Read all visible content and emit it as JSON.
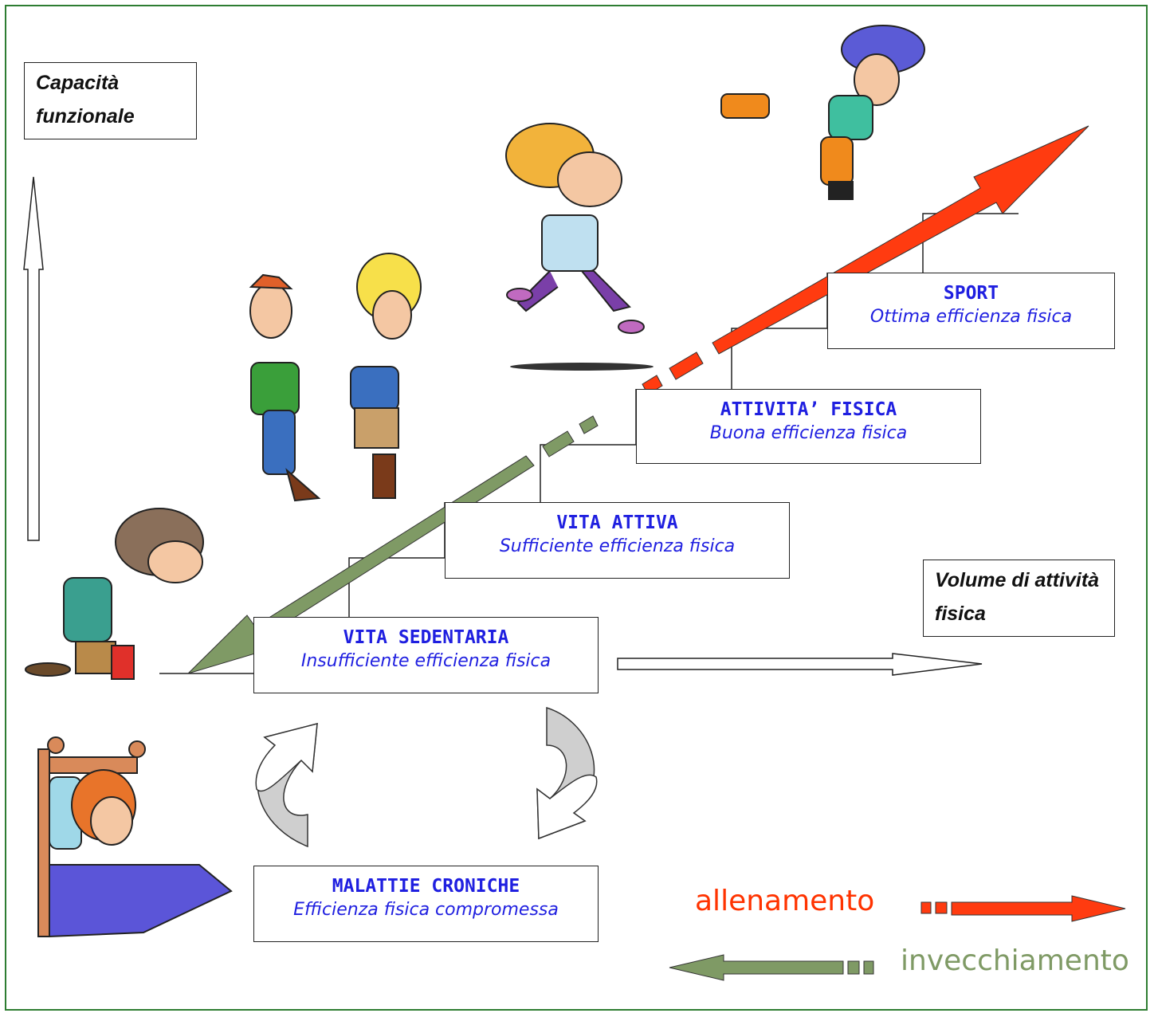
{
  "axes": {
    "y_label": "Capacità funzionale",
    "x_label": "Volume di attività fisica"
  },
  "levels": [
    {
      "title": "SPORT",
      "subtitle": "Ottima efficienza fisica"
    },
    {
      "title": "ATTIVITA’ FISICA",
      "subtitle": "Buona efficienza fisica"
    },
    {
      "title": "VITA ATTIVA",
      "subtitle": "Sufficiente efficienza fisica"
    },
    {
      "title": "VITA SEDENTARIA",
      "subtitle": "Insufficiente efficienza fisica"
    },
    {
      "title": "MALATTIE CRONICHE",
      "subtitle": "Efficienza fisica compromessa"
    }
  ],
  "legend": {
    "training": {
      "label": "allenamento",
      "color": "#ff3300"
    },
    "aging": {
      "label": "invecchiamento",
      "color": "#7f9a65"
    }
  },
  "colors": {
    "frame": "#2e7d32",
    "box_text": "#1f1fe0",
    "training_arrow": "#ff3300",
    "aging_arrow": "#7f9a65"
  },
  "illustrations": [
    "rollerblader-figure",
    "jogging-woman-figure",
    "dancing-couple-figure",
    "elderly-shopper-figure",
    "sick-in-bed-figure"
  ]
}
